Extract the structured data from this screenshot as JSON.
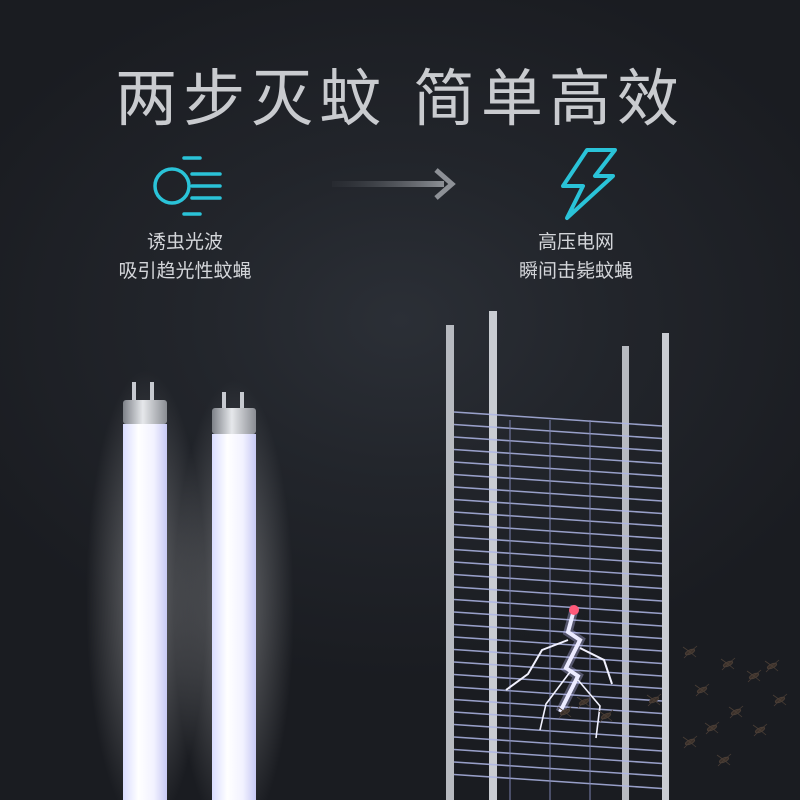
{
  "headline": "两步灭蚊 简单高效",
  "steps": [
    {
      "icon": "light-wave-icon",
      "line1": "诱虫光波",
      "line2": "吸引趋光性蚊蝇"
    },
    {
      "icon": "lightning-bolt-icon",
      "line1": "高压电网",
      "line2": "瞬间击毙蚊蝇"
    }
  ],
  "colors": {
    "accent": "#2ac3d8",
    "background": "#1f2227",
    "headline": "#c9cbcf",
    "body_text": "#d3d5d9"
  }
}
